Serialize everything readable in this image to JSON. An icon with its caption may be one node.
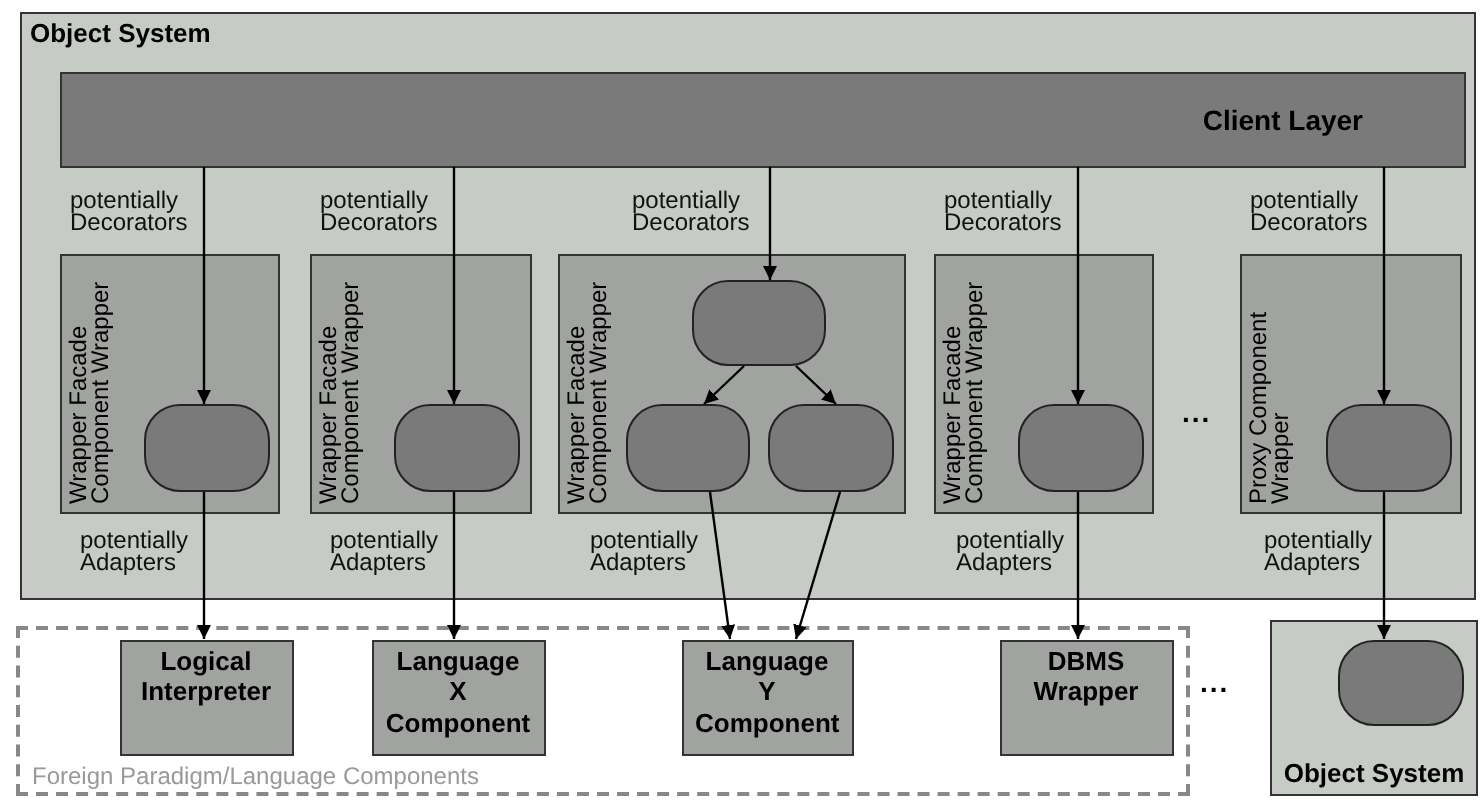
{
  "diagram": {
    "nodes": [
      {
        "text": [
          "Object System"
        ]
      },
      {
        "text": [
          "Client Layer"
        ],
        "in": 0
      },
      {
        "text": [
          "Wrapper Facade Component Wrapper"
        ],
        "in": 0
      },
      {
        "text": [],
        "shape": "box",
        "in": 2
      },
      {
        "text": [
          "Wrapper Facade Component Wrapper"
        ],
        "in": 0
      },
      {
        "text": [],
        "shape": "box",
        "in": 4
      },
      {
        "text": [
          "Wrapper Facade Component Wrapper"
        ],
        "in": 0
      },
      {
        "text": [],
        "shape": "box",
        "in": 6
      },
      {
        "text": [],
        "shape": "box",
        "in": 6
      },
      {
        "text": [],
        "shape": "box",
        "in": 6
      },
      {
        "text": [
          "Wrapper Facade Component Wrapper"
        ],
        "in": 0
      },
      {
        "text": [],
        "shape": "box",
        "in": 10
      },
      {
        "text": [
          "Proxy Component Wrapper"
        ],
        "in": 0
      },
      {
        "text": [],
        "shape": "box",
        "in": 12
      },
      {
        "text": [
          "Foreign Paradigm/Language Components"
        ]
      },
      {
        "text": [
          "Logical Interpreter"
        ],
        "in": 14
      },
      {
        "text": [
          "Language X Component"
        ],
        "in": 14
      },
      {
        "text": [
          "Language Y Component"
        ],
        "in": 14
      },
      {
        "text": [
          "DBMS Wrapper"
        ],
        "in": 14
      },
      {
        "text": [
          "Object System"
        ]
      },
      {
        "text": [],
        "shape": "box",
        "in": 19
      }
    ],
    "edges": [
      {
        "from": 1,
        "to": 3,
        "arrow": "to",
        "label": "potentially Decorators"
      },
      {
        "from": 1,
        "to": 5,
        "arrow": "to",
        "label": "potentially Decorators"
      },
      {
        "from": 1,
        "to": 7,
        "arrow": "to",
        "label": "potentially Decorators"
      },
      {
        "from": 1,
        "to": 11,
        "arrow": "to",
        "label": "potentially Decorators"
      },
      {
        "from": 1,
        "to": 13,
        "arrow": "to",
        "label": "potentially Decorators"
      },
      {
        "from": 7,
        "to": 8,
        "arrow": "to"
      },
      {
        "from": 7,
        "to": 9,
        "arrow": "to"
      },
      {
        "from": 3,
        "to": 15,
        "arrow": "to",
        "label": "potentially Adapters"
      },
      {
        "from": 5,
        "to": 16,
        "arrow": "to",
        "label": "potentially Adapters"
      },
      {
        "from": 8,
        "to": 17,
        "arrow": "to",
        "label": "potentially Adapters"
      },
      {
        "from": 9,
        "to": 17,
        "arrow": "to"
      },
      {
        "from": 11,
        "to": 18,
        "arrow": "to",
        "label": "potentially Adapters"
      },
      {
        "from": 13,
        "to": 20,
        "arrow": "to",
        "label": "potentially Adapters"
      }
    ],
    "labels": [
      "...",
      "..."
    ]
  }
}
